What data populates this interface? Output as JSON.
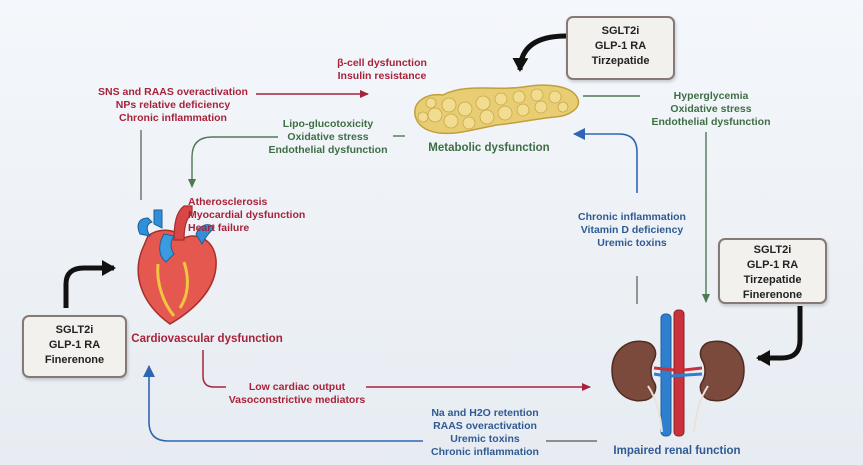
{
  "drug_boxes": {
    "top": [
      "SGLT2i",
      "GLP-1 RA",
      "Tirzepatide"
    ],
    "right": [
      "SGLT2i",
      "GLP-1 RA",
      "Tirzepatide",
      "Finerenone"
    ],
    "left": [
      "SGLT2i",
      "GLP-1 RA",
      "Finerenone"
    ]
  },
  "nodes": {
    "metabolic": "Metabolic dysfunction",
    "cardiovascular": "Cardiovascular dysfunction",
    "renal": "Impaired renal function"
  },
  "labels": {
    "beta_cell": [
      "β-cell dysfunction",
      "Insulin resistance"
    ],
    "sns": [
      "SNS and RAAS overactivation",
      "NPs relative deficiency",
      "Chronic inflammation"
    ],
    "lipo": [
      "Lipo-glucotoxicity",
      "Oxidative stress",
      "Endothelial dysfunction"
    ],
    "hyper": [
      "Hyperglycemia",
      "Oxidative stress",
      "Endothelial dysfunction"
    ],
    "athero": [
      "Atherosclerosis",
      "Myocardial dysfunction",
      "Heart failure"
    ],
    "chronic": [
      "Chronic inflammation",
      "Vitamin D deficiency",
      "Uremic toxins"
    ],
    "cardiac_output": [
      "Low cardiac output",
      "Vasoconstrictive mediators"
    ],
    "na_h2o": [
      "Na and H2O retention",
      "RAAS overactivation",
      "Uremic toxins",
      "Chronic inflammation"
    ]
  },
  "colors": {
    "red": "#a8233a",
    "green": "#3f6e45",
    "blue": "#2f5a93",
    "arrow_black": "#111111"
  },
  "icons": [
    "pancreas-icon",
    "heart-icon",
    "kidneys-icon"
  ]
}
